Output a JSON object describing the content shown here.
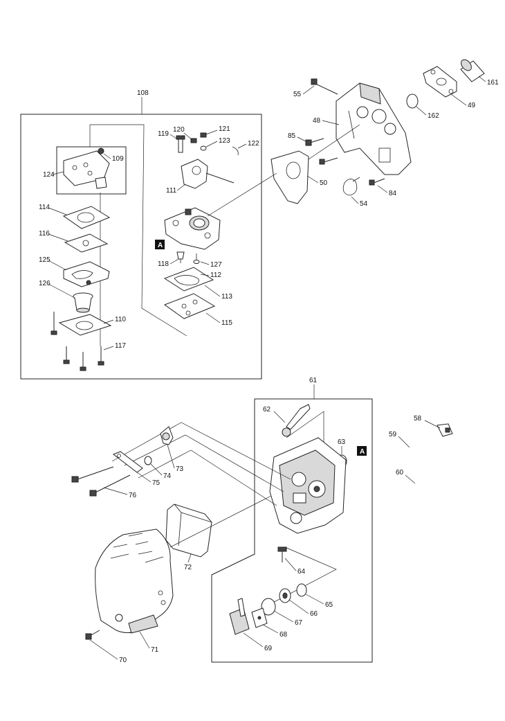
{
  "diagram": {
    "part_numbers": {
      "p108": "108",
      "p109": "109",
      "p110": "110",
      "p111": "111",
      "p112": "112",
      "p113": "113",
      "p114": "114",
      "p115": "115",
      "p116": "116",
      "p117": "117",
      "p118": "118",
      "p119": "119",
      "p120": "120",
      "p121": "121",
      "p122": "122",
      "p123": "123",
      "p124": "124",
      "p125": "125",
      "p126": "126",
      "p127": "127",
      "p48": "48",
      "p49": "49",
      "p50": "50",
      "p54": "54",
      "p55": "55",
      "p84": "84",
      "p85": "85",
      "p161": "161",
      "p162": "162",
      "p58": "58",
      "p59": "59",
      "p60": "60",
      "p61": "61",
      "p62": "62",
      "p63": "63",
      "p64": "64",
      "p65": "65",
      "p66": "66",
      "p67": "67",
      "p68": "68",
      "p69": "69",
      "p70": "70",
      "p71": "71",
      "p72": "72",
      "p73": "73",
      "p74": "74",
      "p75": "75",
      "p76": "76"
    },
    "reference_marks": {
      "ref_top": "A",
      "ref_bottom": "A"
    }
  }
}
